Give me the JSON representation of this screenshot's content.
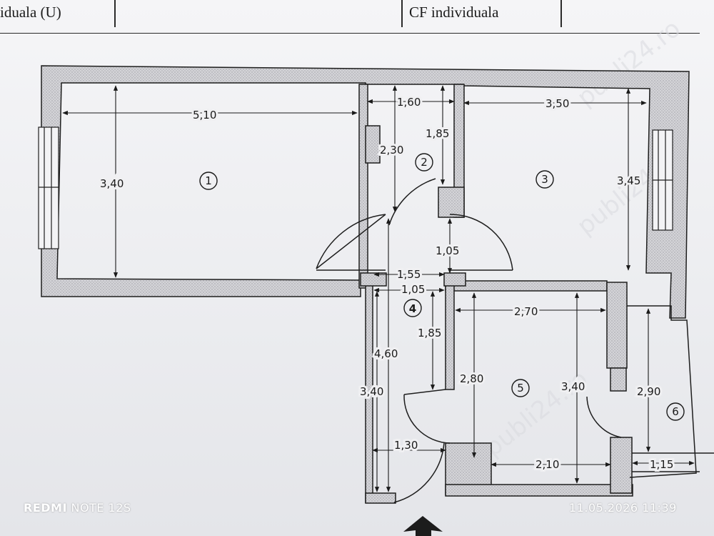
{
  "header": {
    "left_cell": "iduala (U)",
    "right_cell": "CF individuala"
  },
  "plan": {
    "rooms": [
      {
        "number": "1"
      },
      {
        "number": "2"
      },
      {
        "number": "3"
      },
      {
        "number": "4"
      },
      {
        "number": "5"
      },
      {
        "number": "6"
      }
    ],
    "dimensions": [
      "5,10",
      "3,40",
      "1,60",
      "2,30",
      "1,85",
      "3,50",
      "3,45",
      "1,05",
      "1,55",
      "1,05",
      "1,85",
      "4,60",
      "3,40",
      "2,70",
      "2,80",
      "3,40",
      "2,90",
      "1,30",
      "2,10",
      "1,15"
    ],
    "watermark": "publi24.ro",
    "entrance_arrow": "up-arrow-icon"
  },
  "camera_overlay": {
    "brand": "REDMI",
    "model": "NOTE 12S",
    "timestamp": "11.05.2026 11:39"
  }
}
